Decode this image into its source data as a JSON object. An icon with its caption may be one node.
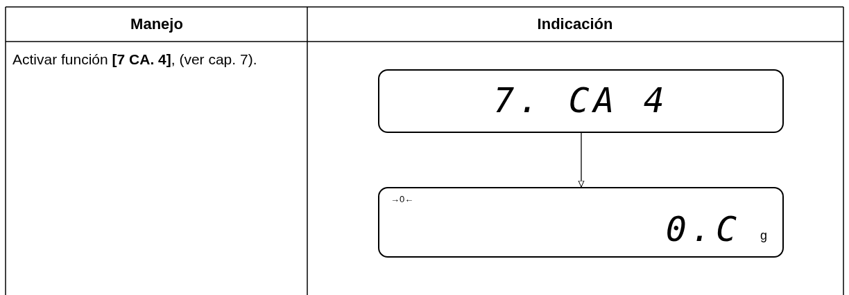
{
  "diagram": {
    "nodes": [
      {
        "text": [
          "7. CA 4"
        ]
      },
      {
        "text": [
          "→0←",
          "0.C",
          "g"
        ]
      }
    ],
    "edges": [
      {
        "from": 0,
        "to": 1,
        "arrow": "to"
      }
    ],
    "labels": [
      "Manejo",
      "Indicación",
      "Activar función **[7 CA. 4]**, (ver cap. 7)."
    ]
  }
}
